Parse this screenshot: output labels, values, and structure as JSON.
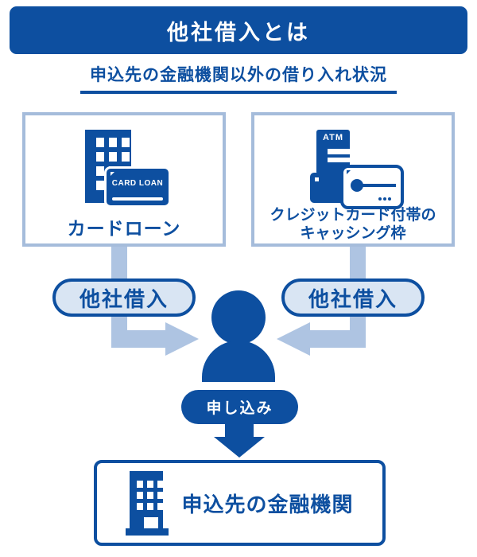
{
  "colors": {
    "primary_blue": "#0d4fa0",
    "light_box_border": "#a5bcdb",
    "connector_blue": "#aec4e2",
    "badge_fill": "#d9e5f3",
    "white": "#ffffff"
  },
  "header": {
    "title": "他社借入とは"
  },
  "subtitle": {
    "text": "申込先の金融機関以外の借り入れ状況"
  },
  "left_source": {
    "label": "カードローン",
    "card_label": "CARD LOAN"
  },
  "right_source": {
    "atm_label": "ATM",
    "label_line1": "クレジットカード付帯の",
    "label_line2": "キャッシング枠"
  },
  "badges": {
    "left": "他社借入",
    "right": "他社借入"
  },
  "apply": {
    "label": "申し込み"
  },
  "destination": {
    "label": "申込先の金融機関"
  },
  "icons": {
    "left_source": "building-with-card-loan-card-icon",
    "right_source": "atm-with-credit-card-icon",
    "center": "person-icon",
    "destination": "bank-building-icon"
  }
}
